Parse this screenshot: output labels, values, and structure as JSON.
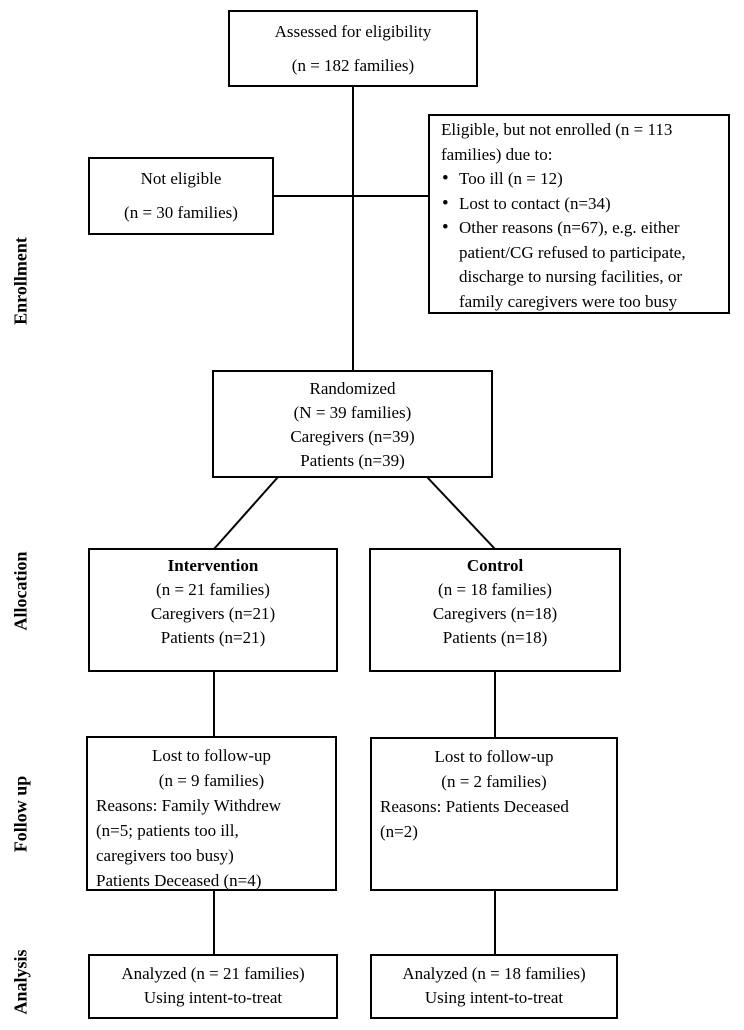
{
  "figure": {
    "type": "consort-participant-flow-diagram",
    "ink_color": "#000000",
    "background_color": "#ffffff"
  },
  "stage_labels": {
    "enrollment": "Enrollment",
    "allocation": "Allocation",
    "follow_up": "Follow up",
    "analysis": "Analysis"
  },
  "boxes": {
    "assessed": {
      "lines": [
        "Assessed for eligibility",
        "(n = 182 families)"
      ]
    },
    "not_eligible": {
      "lines": [
        "Not eligible",
        "(n = 30 families)"
      ]
    },
    "not_enrolled": {
      "intro": "Eligible, but not enrolled (n = 113 families) due to:",
      "bullets": [
        "Too ill (n = 12)",
        "Lost to contact (n=34)",
        "Other reasons (n=67), e.g. either patient/CG refused to participate, discharge to nursing facilities, or family caregivers were too busy"
      ]
    },
    "randomized": {
      "lines": [
        "Randomized",
        "(N = 39 families)",
        "Caregivers (n=39)",
        "Patients (n=39)"
      ]
    },
    "intervention": {
      "title": "Intervention",
      "lines": [
        "(n = 21 families)",
        "Caregivers (n=21)",
        "Patients (n=21)"
      ]
    },
    "control": {
      "title": "Control",
      "lines": [
        "(n = 18 families)",
        "Caregivers (n=18)",
        "Patients (n=18)"
      ]
    },
    "followup_intervention": {
      "centered_lines": [
        "Lost to follow-up",
        "(n = 9 families)"
      ],
      "left_lines": [
        "Reasons: Family Withdrew",
        "(n=5; patients too ill,",
        "caregivers too busy)",
        "Patients Deceased (n=4)"
      ]
    },
    "followup_control": {
      "centered_lines": [
        "Lost to follow-up",
        "(n = 2 families)"
      ],
      "left_lines": [
        "Reasons: Patients Deceased",
        "(n=2)"
      ]
    },
    "analyzed_intervention": {
      "lines": [
        "Analyzed (n = 21 families)",
        "Using intent-to-treat"
      ]
    },
    "analyzed_control": {
      "lines": [
        "Analyzed (n = 18 families)",
        "Using intent-to-treat"
      ]
    }
  }
}
